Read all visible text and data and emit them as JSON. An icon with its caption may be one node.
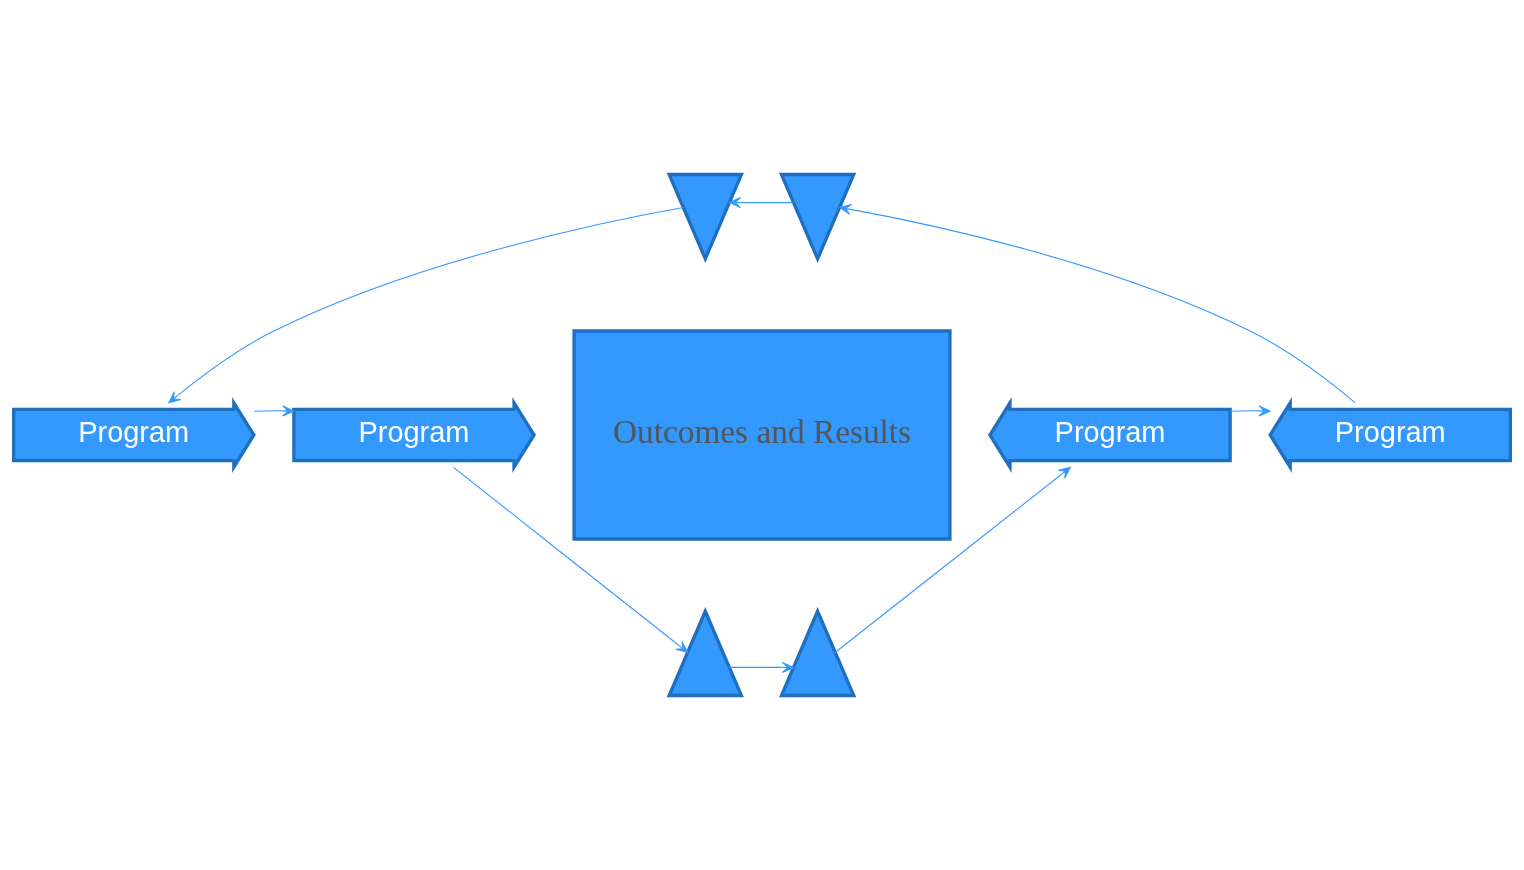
{
  "diagram": {
    "nodes": [
      {
        "text": [
          "Outcomes and Results"
        ]
      },
      {
        "text": [],
        "shape": "arrow"
      },
      {
        "text": [],
        "shape": "arrow"
      },
      {
        "text": [
          "Program"
        ]
      },
      {
        "text": [
          "Program"
        ]
      },
      {
        "text": [
          "Program"
        ]
      },
      {
        "text": [
          "Program"
        ]
      },
      {
        "text": [],
        "shape": "arrow"
      },
      {
        "text": [],
        "shape": "arrow"
      }
    ],
    "edges": [
      {
        "from": 2,
        "to": 1,
        "arrow": "to"
      },
      {
        "from": 1,
        "to": 4,
        "arrow": "to"
      },
      {
        "from": 4,
        "to": 6,
        "arrow": "to"
      },
      {
        "from": 6,
        "to": 7,
        "arrow": "to"
      },
      {
        "from": 7,
        "to": 8,
        "arrow": "to"
      },
      {
        "from": 8,
        "to": 5,
        "arrow": "to"
      },
      {
        "from": 5,
        "to": 3,
        "arrow": "to"
      },
      {
        "from": 3,
        "to": 2,
        "arrow": "to"
      }
    ]
  }
}
